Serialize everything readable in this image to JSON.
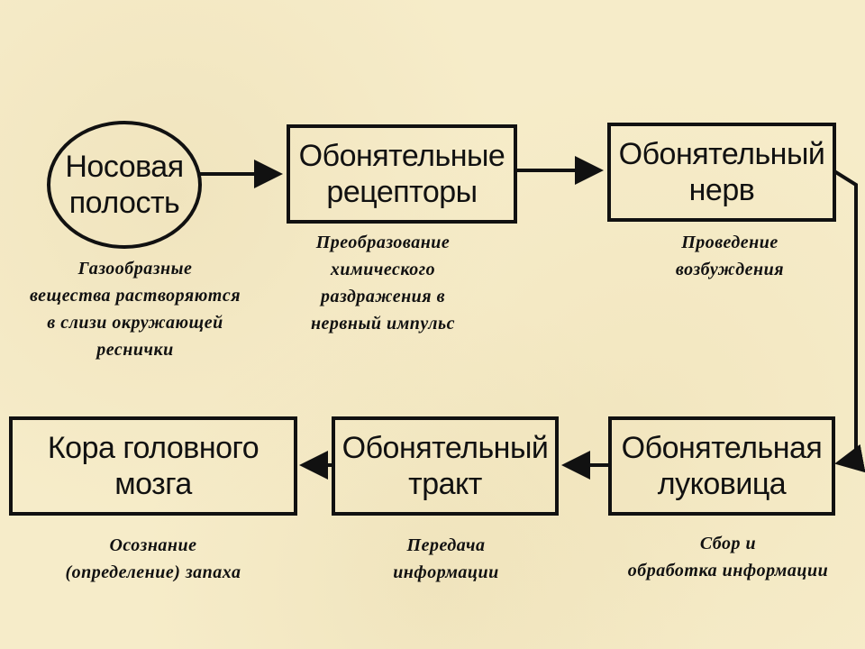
{
  "nodes": {
    "nasal_cavity": {
      "lines": [
        "Носовая",
        "полость"
      ]
    },
    "receptors": {
      "lines": [
        "Обонятельные",
        "рецепторы"
      ]
    },
    "nerve": {
      "lines": [
        "Обонятельный",
        "нерв"
      ]
    },
    "bulb": {
      "lines": [
        "Обонятельная",
        "луковица"
      ]
    },
    "tract": {
      "lines": [
        "Обонятельный",
        "тракт"
      ]
    },
    "cortex": {
      "lines": [
        "Кора головного",
        "мозга"
      ]
    }
  },
  "captions": {
    "nasal_cavity": [
      "Газообразные",
      "вещества растворяются",
      "в слизи окружающей",
      "реснички"
    ],
    "receptors": [
      "Преобразование",
      "химического",
      "раздражения в",
      "нервный импульс"
    ],
    "nerve": [
      "Проведение",
      "возбуждения"
    ],
    "bulb": [
      "Сбор и",
      "обработка информации"
    ],
    "tract": [
      "Передача",
      "информации"
    ],
    "cortex": [
      "Осознание",
      "(определение) запаха"
    ]
  },
  "colors": {
    "background": "#f6ecc9",
    "ink": "#111111"
  }
}
